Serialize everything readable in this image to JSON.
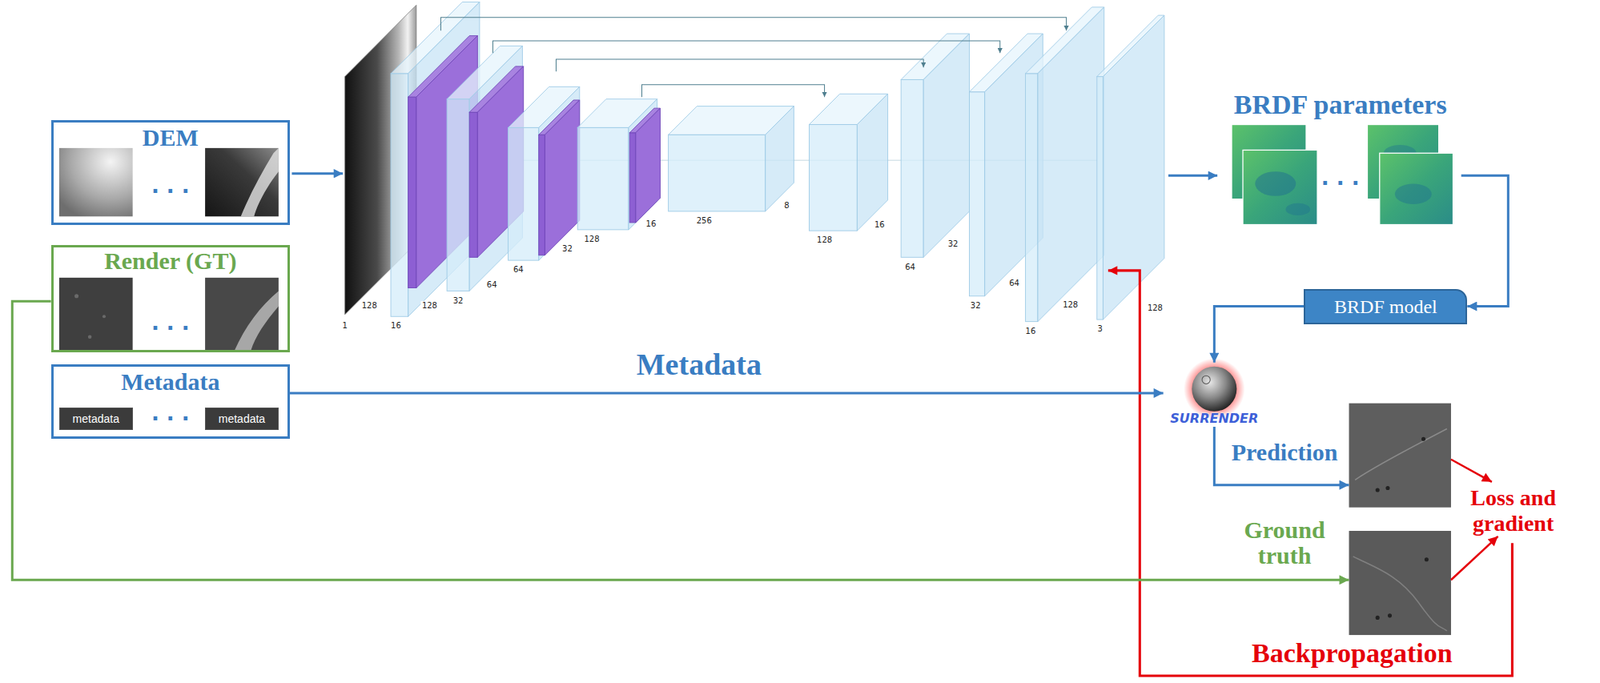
{
  "diagram": {
    "nodes": [
      {
        "text": [
          "DEM",
          "· · ·"
        ]
      },
      {
        "text": [
          "Render (GT)",
          "· · ·"
        ]
      },
      {
        "text": [
          "Metadata",
          "· · ·"
        ]
      },
      {
        "text": [
          "metadata"
        ],
        "in": 2
      },
      {
        "text": [
          "metadata"
        ],
        "in": 2
      },
      {
        "text": [
          "BRDF parameters",
          "· · ·"
        ]
      },
      {
        "text": [
          "BRDF model"
        ]
      },
      {
        "text": [
          "SURRENDER"
        ]
      },
      {
        "text": [
          "Prediction"
        ]
      },
      {
        "text": [
          "Ground truth"
        ]
      },
      {
        "text": [
          "Loss and gradient"
        ]
      }
    ],
    "edges": [
      {
        "from": 5,
        "to": 6,
        "arrow": "to"
      },
      {
        "from": 6,
        "to": 7,
        "arrow": "to"
      },
      {
        "from": 2,
        "to": 7,
        "label": "Metadata",
        "arrow": "to"
      },
      {
        "from": 7,
        "to": 8,
        "arrow": "to"
      },
      {
        "from": 1,
        "to": 9,
        "arrow": "to"
      },
      {
        "from": 8,
        "to": 10,
        "arrow": "to"
      },
      {
        "from": 9,
        "to": 10,
        "arrow": "to"
      }
    ],
    "labels": [
      "1",
      "128",
      "16",
      "128",
      "32",
      "64",
      "64",
      "32",
      "128",
      "16",
      "256",
      "8",
      "128",
      "16",
      "64",
      "32",
      "32",
      "64",
      "16",
      "128",
      "3",
      "128",
      "Backpropagation"
    ]
  }
}
